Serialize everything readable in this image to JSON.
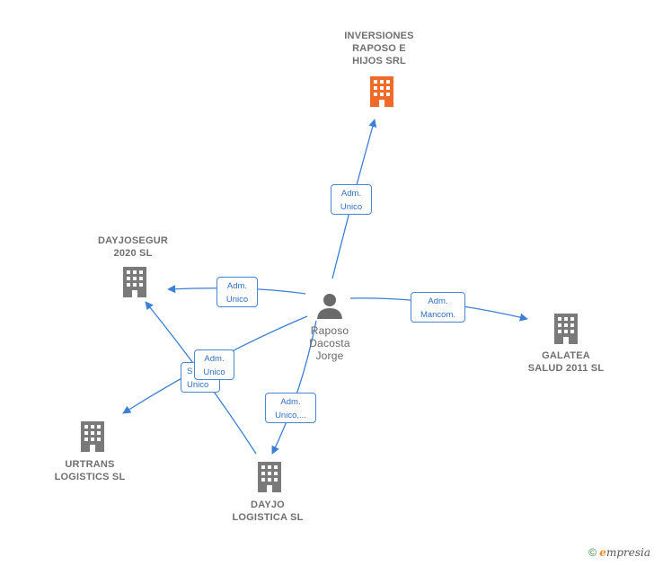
{
  "colors": {
    "edge": "#3b7fd6",
    "company": "#7a7a7a",
    "highlight": "#f06a2a",
    "person": "#6a6a6a"
  },
  "person": {
    "name": "Raposo\nDacosta\nJorge",
    "icon": "person-icon"
  },
  "companies": [
    {
      "id": "inversiones",
      "name": "INVERSIONES\nRAPOSO E\nHIJOS SRL",
      "highlight": true,
      "icon": "building-icon"
    },
    {
      "id": "dayjosegur",
      "name": "DAYJOSEGUR\n2020  SL",
      "highlight": false,
      "icon": "building-icon"
    },
    {
      "id": "galatea",
      "name": "GALATEA\nSALUD 2011 SL",
      "highlight": false,
      "icon": "building-icon"
    },
    {
      "id": "urtrans",
      "name": "URTRANS\nLOGISTICS  SL",
      "highlight": false,
      "icon": "building-icon"
    },
    {
      "id": "dayjo",
      "name": "DAYJO\nLOGISTICA SL",
      "highlight": false,
      "icon": "building-icon"
    }
  ],
  "edges": [
    {
      "id": "e-inversiones",
      "label": "Adm.\nUnico"
    },
    {
      "id": "e-dayjosegur",
      "label": "Adm.\nUnico"
    },
    {
      "id": "e-galatea",
      "label": "Adm.\nMancom."
    },
    {
      "id": "e-dayjo",
      "label": "Adm.\nUnico,..."
    },
    {
      "id": "e-urtrans",
      "label": "S\nUnico"
    },
    {
      "id": "e-dayjo-2",
      "label": "Adm.\nUnico"
    }
  ],
  "footer": {
    "copyright": "©",
    "brand_initial": "e",
    "brand_rest": "mpresia"
  }
}
